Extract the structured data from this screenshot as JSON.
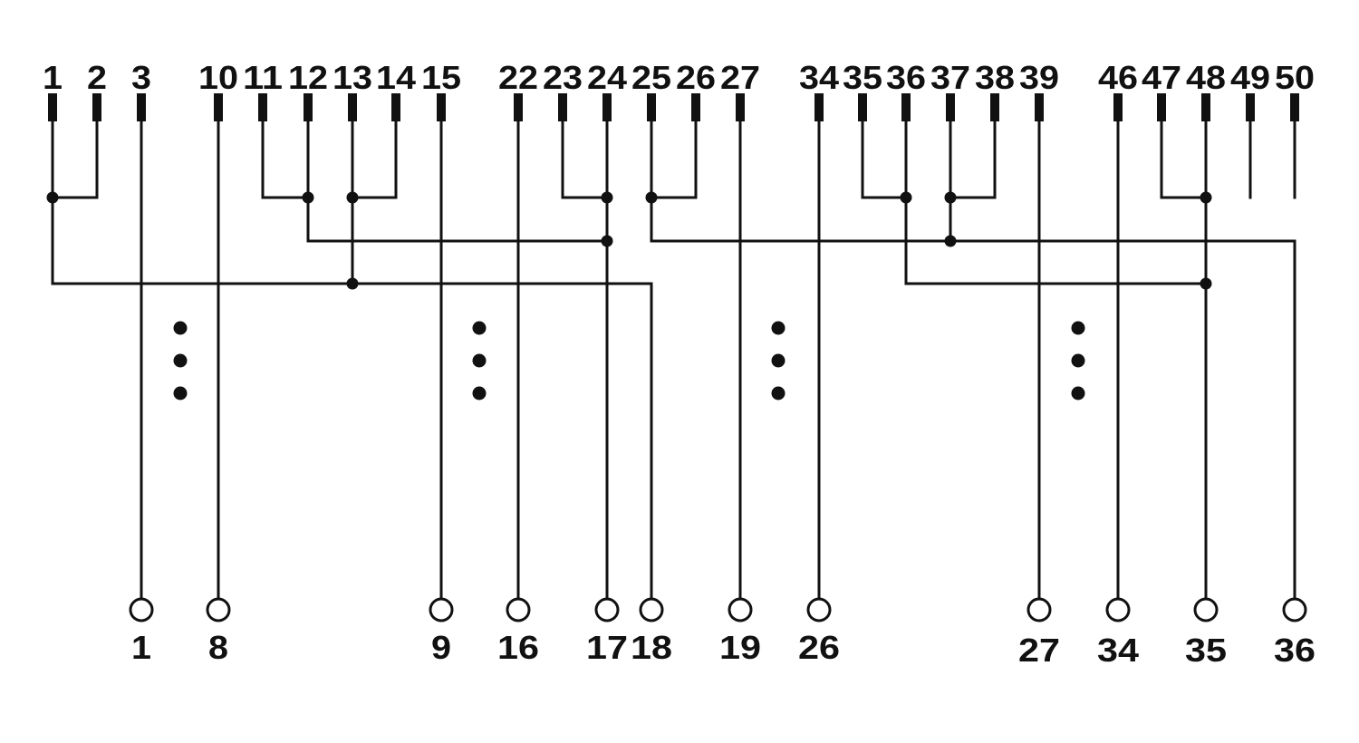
{
  "diagram": {
    "kind": "connector-pin-wiring",
    "colors": {
      "line": "#111111",
      "background": "#ffffff"
    },
    "top_connector": {
      "pins": [
        {
          "label": "1"
        },
        {
          "label": "2"
        },
        {
          "label": "3"
        },
        {
          "label": "10"
        },
        {
          "label": "11"
        },
        {
          "label": "12"
        },
        {
          "label": "13"
        },
        {
          "label": "14"
        },
        {
          "label": "15"
        },
        {
          "label": "22"
        },
        {
          "label": "23"
        },
        {
          "label": "24"
        },
        {
          "label": "25"
        },
        {
          "label": "26"
        },
        {
          "label": "27"
        },
        {
          "label": "34"
        },
        {
          "label": "35"
        },
        {
          "label": "36"
        },
        {
          "label": "37"
        },
        {
          "label": "38"
        },
        {
          "label": "39"
        },
        {
          "label": "46"
        },
        {
          "label": "47"
        },
        {
          "label": "48"
        },
        {
          "label": "49"
        },
        {
          "label": "50"
        }
      ]
    },
    "bottom_terminals": {
      "terminals": [
        {
          "label": "1"
        },
        {
          "label": "8"
        },
        {
          "label": "9"
        },
        {
          "label": "16"
        },
        {
          "label": "17"
        },
        {
          "label": "18"
        },
        {
          "label": "19"
        },
        {
          "label": "26"
        },
        {
          "label": "27"
        },
        {
          "label": "34"
        },
        {
          "label": "35"
        },
        {
          "label": "36"
        }
      ]
    },
    "direct_connections": [
      {
        "pin": "3",
        "terminal": "1"
      },
      {
        "pin": "10",
        "terminal": "8"
      },
      {
        "pin": "15",
        "terminal": "9"
      },
      {
        "pin": "22",
        "terminal": "16"
      },
      {
        "pin": "27",
        "terminal": "19"
      },
      {
        "pin": "34",
        "terminal": "26"
      },
      {
        "pin": "39",
        "terminal": "27"
      },
      {
        "pin": "46",
        "terminal": "34"
      }
    ],
    "bus_connections": [
      {
        "pins": [
          "1",
          "2",
          "13",
          "14"
        ],
        "terminal": "18"
      },
      {
        "pins": [
          "11",
          "12",
          "23",
          "24"
        ],
        "terminal": "17"
      },
      {
        "pins": [
          "25",
          "26",
          "37",
          "38"
        ],
        "terminal": "36"
      },
      {
        "pins": [
          "35",
          "36",
          "47",
          "48"
        ],
        "terminal": "35"
      }
    ],
    "unconnected_pins": [
      "49",
      "50"
    ],
    "ellipsis_groups": 4
  }
}
